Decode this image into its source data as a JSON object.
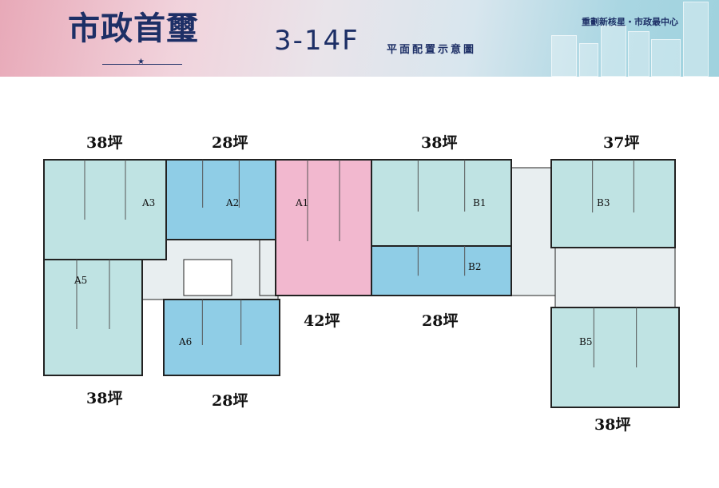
{
  "header": {
    "project_name": "市政首璽",
    "floors": "3-14F",
    "subtitle": "平面配置示意圖",
    "tagline": "重劃新核星‧市政最中心"
  },
  "colors": {
    "teal": "#bfe3e3",
    "blue": "#8fcde6",
    "pink": "#f2b8cf",
    "core": "#e8eef0",
    "wall": "#222222",
    "title": "#1d2f66"
  },
  "units": [
    {
      "id": "A3",
      "size": "38坪",
      "color": "teal"
    },
    {
      "id": "A2",
      "size": "28坪",
      "color": "blue"
    },
    {
      "id": "A1",
      "size": "42坪",
      "color": "pink"
    },
    {
      "id": "B1",
      "size": "38坪",
      "color": "teal"
    },
    {
      "id": "B3",
      "size": "37坪",
      "color": "teal"
    },
    {
      "id": "A5",
      "size": "38坪",
      "color": "teal"
    },
    {
      "id": "A6",
      "size": "28坪",
      "color": "blue"
    },
    {
      "id": "B2",
      "size": "28坪",
      "color": "blue"
    },
    {
      "id": "B5",
      "size": "38坪",
      "color": "teal"
    }
  ]
}
